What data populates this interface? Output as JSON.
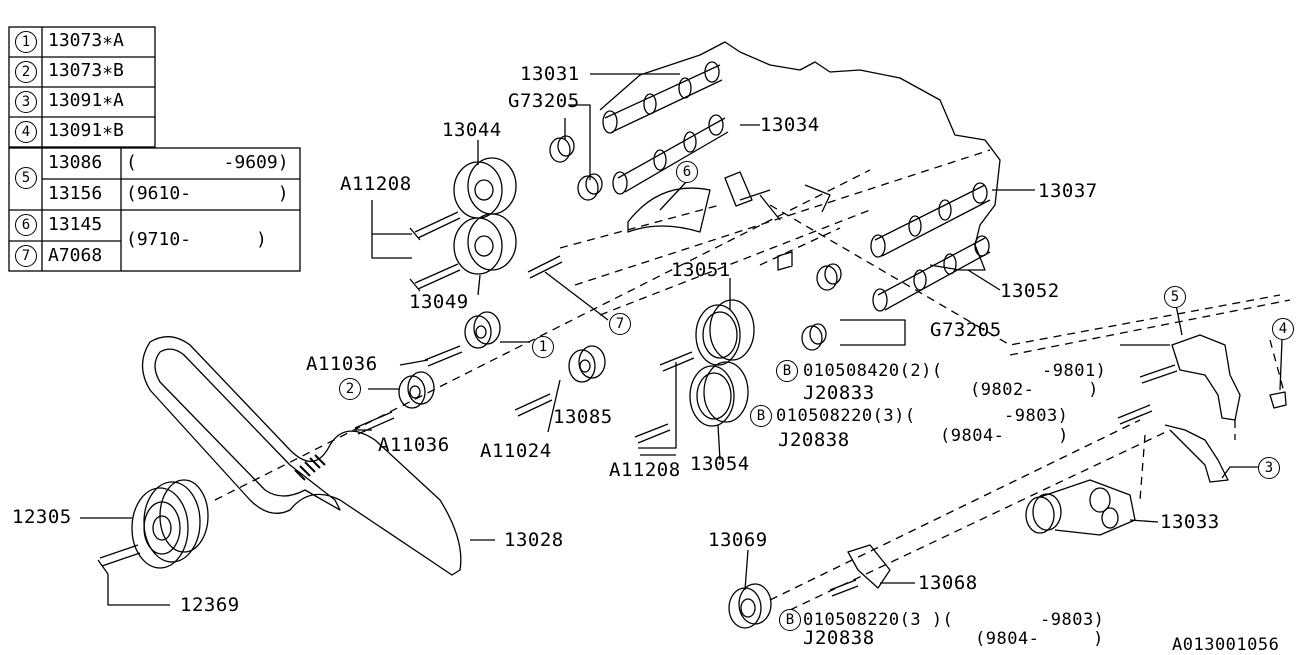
{
  "legend": {
    "rows": [
      {
        "num": "1",
        "part": "13073∗A"
      },
      {
        "num": "2",
        "part": "13073∗B"
      },
      {
        "num": "3",
        "part": "13091∗A"
      },
      {
        "num": "4",
        "part": "13091∗B"
      }
    ],
    "row5": {
      "num": "5",
      "parts": [
        "13086",
        "13156"
      ],
      "ranges": [
        "(        -9609)",
        "(9610-        )"
      ]
    },
    "row6": {
      "num": "6",
      "part": "13145"
    },
    "row7": {
      "num": "7",
      "part": "A7068"
    },
    "range67": "(9710-      )"
  },
  "labels": {
    "p13031": "13031",
    "p13034": "13034",
    "p13037": "13037",
    "p13052": "13052",
    "g73205_top": "G73205",
    "g73205_mid": "G73205",
    "p13044": "13044",
    "a11208_top": "A11208",
    "p13049": "13049",
    "p13051": "13051",
    "a11036_a": "A11036",
    "a11036_b": "A11036",
    "a11024": "A11024",
    "p13085": "13085",
    "a11208_bot": "A11208",
    "p13054": "13054",
    "p12305": "12305",
    "p12369": "12369",
    "p13028": "13028",
    "p13069": "13069",
    "p13068": "13068",
    "p13033": "13033",
    "b1_num": "010508420(2)(",
    "b1_range1": "-9801)",
    "b1_j": "J20833",
    "b1_range2": "(9802-     )",
    "b2_num": "010508220(3)(",
    "b2_range1": "-9803)",
    "b2_j": "J20838",
    "b2_range2": "(9804-     )",
    "b3_num": "010508220(3 )(",
    "b3_range1": "-9803)",
    "b3_j": "J20838",
    "b3_range2": "(9804-     )",
    "code": "A013001056",
    "callout1": "1",
    "callout2": "2",
    "callout3": "3",
    "callout4": "4",
    "callout5": "5",
    "callout6": "6",
    "callout7": "7",
    "b": "B"
  }
}
